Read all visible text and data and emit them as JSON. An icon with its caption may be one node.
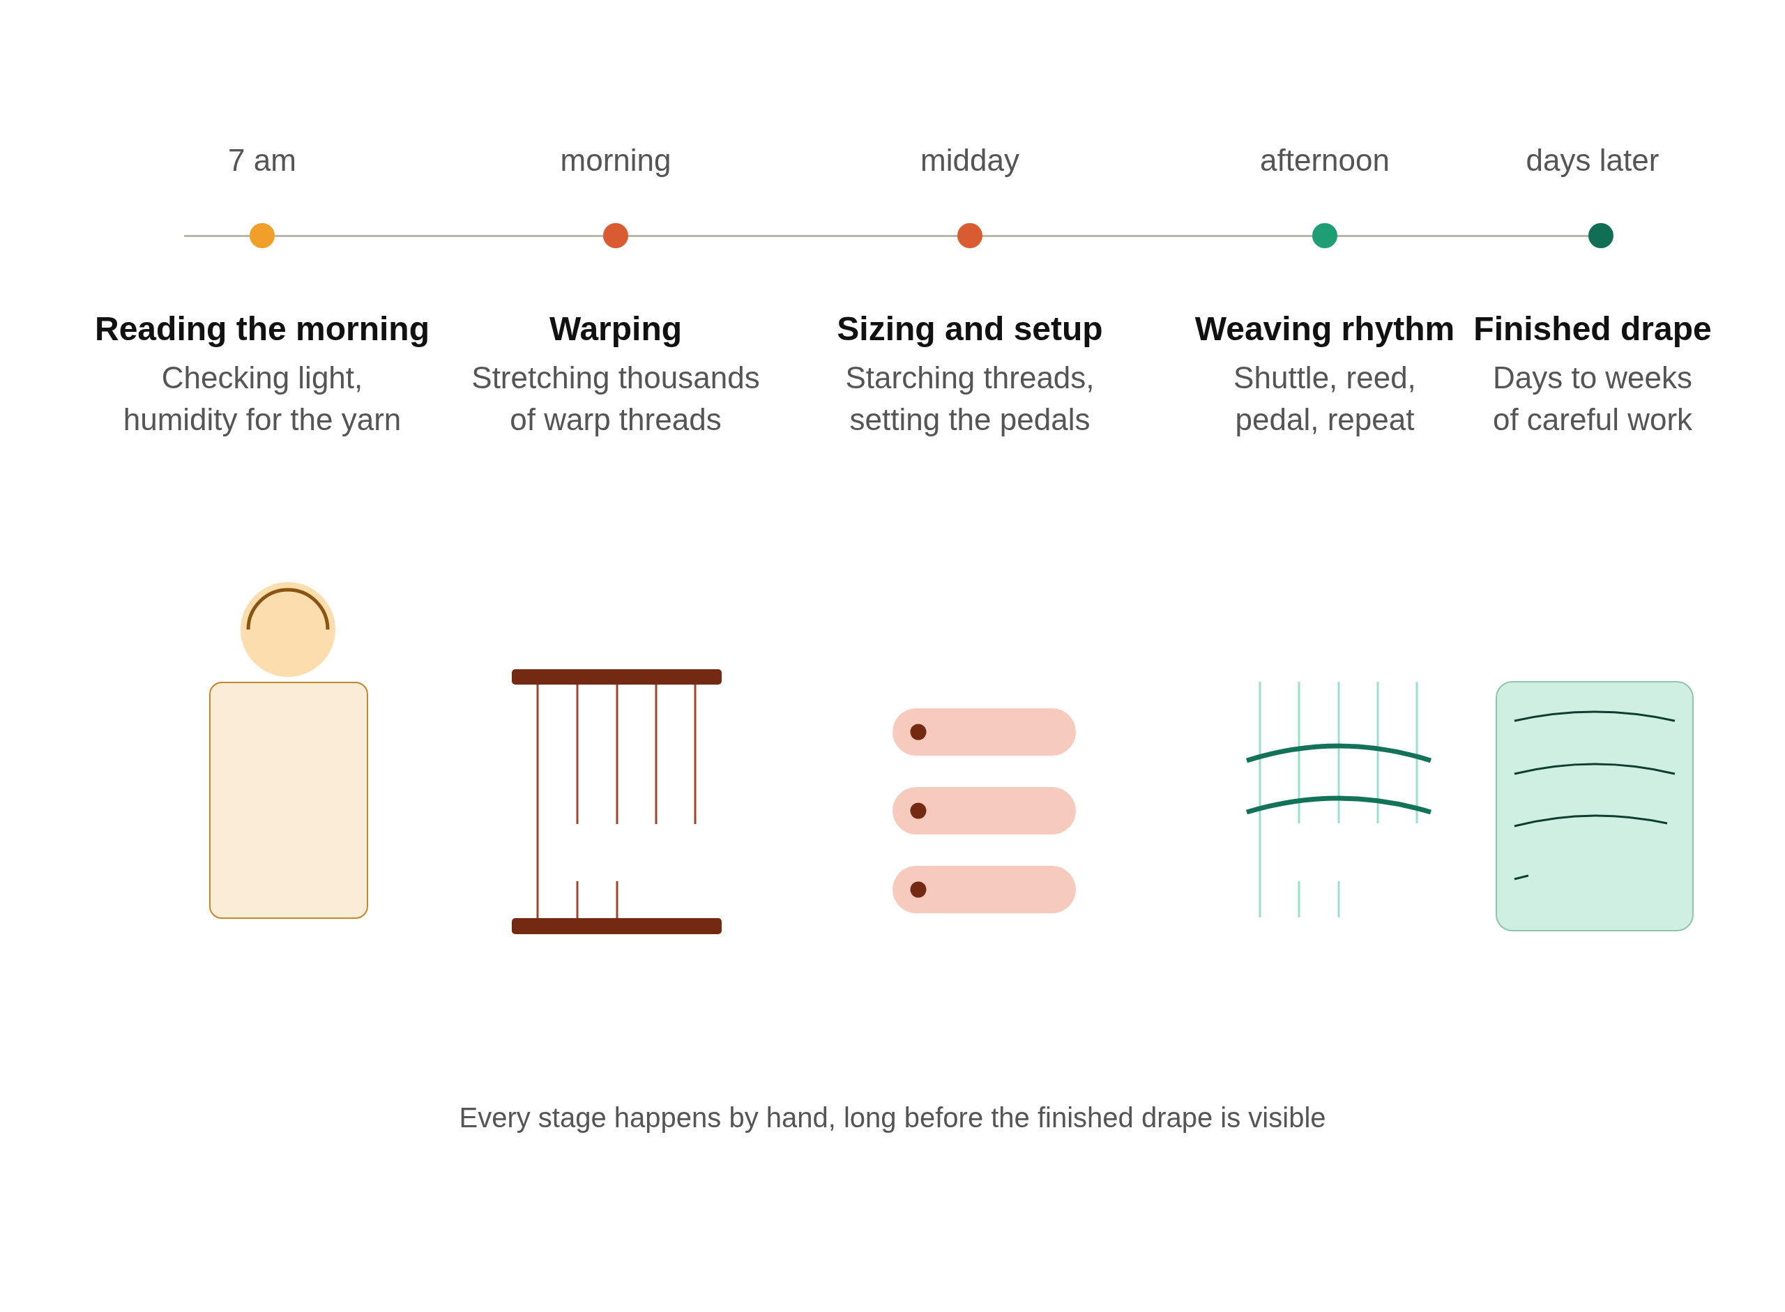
{
  "diagram": {
    "caption": "Every stage happens by hand, long before the finished drape is visible",
    "nodes": [
      {
        "text": [
          "Reading the morning",
          "Checking light, humidity for the yarn"
        ]
      },
      {
        "text": [
          "Warping",
          "Stretching thousands of warp threads"
        ]
      },
      {
        "text": [
          "Sizing and setup",
          "Starching threads, setting the pedals"
        ]
      },
      {
        "text": [
          "Weaving rhythm",
          "Shuttle, reed, pedal, repeat"
        ]
      },
      {
        "text": [
          "Finished drape",
          "Days to weeks of careful work"
        ]
      }
    ],
    "labels": [
      "7 am",
      "morning",
      "midday",
      "afternoon",
      "days later"
    ]
  }
}
